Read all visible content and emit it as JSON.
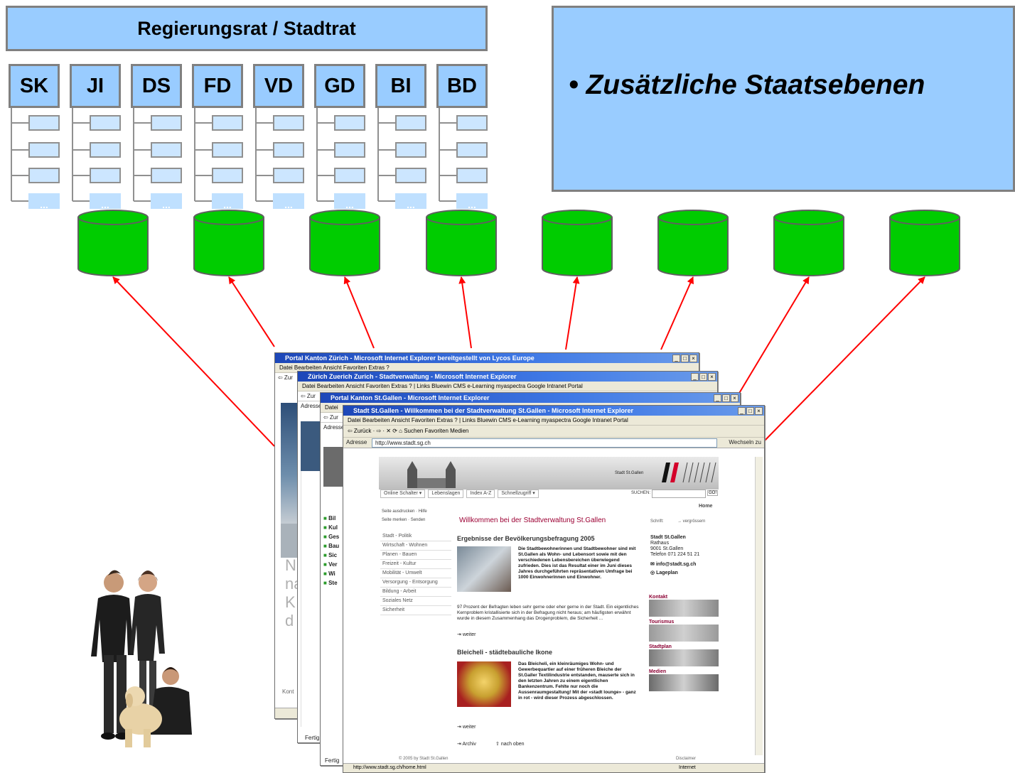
{
  "top_banner": {
    "title": "Regierungsrat / Stadtrat"
  },
  "departments": [
    {
      "code": "SK"
    },
    {
      "code": "JI"
    },
    {
      "code": "DS"
    },
    {
      "code": "FD"
    },
    {
      "code": "VD"
    },
    {
      "code": "GD"
    },
    {
      "code": "BI"
    },
    {
      "code": "BD"
    }
  ],
  "sub_unit_more_label": "...",
  "info_box": {
    "bullet": "• Zusätzliche Staatsebenen"
  },
  "colors": {
    "dept_fill": "#99ccff",
    "border": "#808080",
    "database": "#00cc00",
    "arrow": "#ff0000"
  },
  "browser_windows": {
    "w1": {
      "title": "Portal Kanton Zürich - Microsoft Internet Explorer bereitgestellt von Lycos Europe",
      "menu": "Datei   Bearbeiten   Ansicht   Favoriten   Extras   ?",
      "nav": "⇦ Zur",
      "status": "Kont",
      "bg_letters": "N\nna\nK\nd"
    },
    "w2": {
      "title": "Zürich Zuerich Zurich - Stadtverwaltung - Microsoft Internet Explorer",
      "menu": "Datei   Bearbeiten   Ansicht   Favoriten   Extras   ?   |  Links  Bluewin  CMS  e-Learning  myaspectra  Google  Intranet  Portal",
      "nav": "⇦ Zur",
      "address": "Adresse",
      "status": "Fertig"
    },
    "w3": {
      "title": "Portal Kanton St.Gallen - Microsoft Internet Explorer",
      "menu": "Datei",
      "nav": "⇦ Zur",
      "address": "Adresse",
      "status": "Fertig",
      "list": [
        "Bil",
        "Kul",
        "Ges",
        "Bau",
        "Sic",
        "Ver",
        "Wi",
        "Ste"
      ]
    },
    "w4": {
      "title": "Stadt St.Gallen - Willkommen bei der Stadtverwaltung St.Gallen - Microsoft Internet Explorer",
      "menu": "Datei   Bearbeiten   Ansicht   Favoriten   Extras   ?   |  Links  Bluewin  CMS  e-Learning  myaspectra  Google  Intranet  Portal",
      "toolbar": "⇦ Zurück  ·  ⇨  ·  ✕  ⟳  ⌂   Suchen   Favoriten   Medien",
      "address_label": "Adresse",
      "url": "http://www.stadt.sg.ch",
      "go": "Wechseln zu",
      "status_url": "http://www.stadt.sg.ch/home.html",
      "status_zone": "Internet"
    }
  },
  "site": {
    "logo_text": "Stadt St.Gallen",
    "nav": [
      "Online Schalter ▾",
      "Lebenslagen",
      "Index A-Z",
      "Schnellzugriff ▾"
    ],
    "search_label": "SUCHEN:",
    "search_go": "GO!",
    "home": "Home",
    "tools": [
      "Seite ausdrucken",
      "Hilfe",
      "Seite merken",
      "Senden"
    ],
    "welcome": "Willkommen bei der Stadtverwaltung St.Gallen",
    "font_size_label": "Schrift:",
    "font_size_action": "→ vergrössern",
    "menu": [
      "Stadt - Politik",
      "Wirtschaft - Wohnen",
      "Planen - Bauen",
      "Freizeit - Kultur",
      "Mobilität - Umwelt",
      "Versorgung - Entsorgung",
      "Bildung - Arbeit",
      "Soziales Netz",
      "Sicherheit"
    ],
    "article1": {
      "heading": "Ergebnisse der Bevölkerungsbefragung 2005",
      "lead": "Die Stadtbewohnerinnen und Stadtbewohner sind mit St.Gallen als Wohn- und Lebensort sowie mit den verschiedenen Lebensbereichen überwiegend zufrieden. Dies ist das Resultat einer im Juni dieses Jahres durchgeführten repräsentativen Umfrage bei 1000 Einwohnerinnen und Einwohner.",
      "body": "97 Prozent der Befragten leben sehr gerne oder eher gerne in der Stadt. Ein eigentliches Kernproblem kristallisierte sich in der Befragung nicht heraus; am häufigsten erwähnt wurde in diesem Zusammenhang das Drogenproblem, die Sicherheit ...",
      "more": "weiter"
    },
    "article2": {
      "heading": "Bleicheli - städtebauliche Ikone",
      "lead": "Das Bleicheli, ein kleinräumiges Wohn- und Gewerbequartier auf einer früheren Bleiche der St.Galler Textilindustrie entstanden, mauserte sich in den letzten Jahren zu einem eigentlichen Bankenzentrum. Fehlte nur noch die Aussenraumgestaltung! Mit der «stadt lounge» - ganz in rot - wird dieser Prozess abgeschlossen.",
      "more": "weiter"
    },
    "footer_links": [
      "Archiv",
      "nach oben"
    ],
    "copyright": "© 2005 by Stadt St.Gallen",
    "disclaimer": "Disclaimer",
    "contact": {
      "name": "Stadt St.Gallen",
      "lines": [
        "Rathaus",
        "9001 St.Gallen",
        "Telefon 071 224 51 21"
      ],
      "email": "info@stadt.sg.ch",
      "map": "Lageplan"
    },
    "side_sections": [
      "Kontakt",
      "Tourismus",
      "Stadtplan",
      "Medien"
    ]
  }
}
